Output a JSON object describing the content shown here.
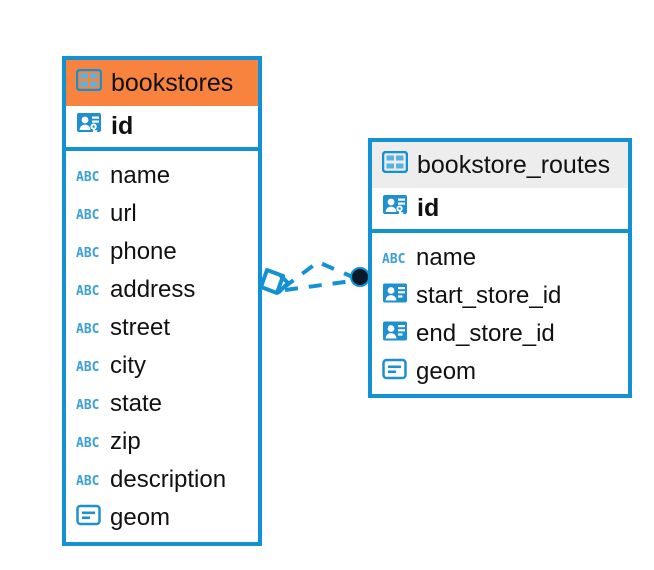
{
  "diagram": {
    "type": "entity-relationship",
    "background": "#ffffff",
    "accent_color": "#1292D4",
    "selected_header_color": "#F8833F",
    "unselected_header_color": "#EDEDED",
    "text_color": "#111111"
  },
  "entities": [
    {
      "name": "bookstores",
      "icon": "table-icon",
      "selected": true,
      "primary_key": {
        "label": "id",
        "icon": "primary-key-icon"
      },
      "fields": [
        {
          "label": "name",
          "icon": "text-type-icon"
        },
        {
          "label": "url",
          "icon": "text-type-icon"
        },
        {
          "label": "phone",
          "icon": "text-type-icon"
        },
        {
          "label": "address",
          "icon": "text-type-icon"
        },
        {
          "label": "street",
          "icon": "text-type-icon"
        },
        {
          "label": "city",
          "icon": "text-type-icon"
        },
        {
          "label": "state",
          "icon": "text-type-icon"
        },
        {
          "label": "zip",
          "icon": "text-type-icon"
        },
        {
          "label": "description",
          "icon": "text-type-icon"
        },
        {
          "label": "geom",
          "icon": "geometry-type-icon"
        }
      ]
    },
    {
      "name": "bookstore_routes",
      "icon": "table-icon",
      "selected": false,
      "primary_key": {
        "label": "id",
        "icon": "primary-key-icon"
      },
      "fields": [
        {
          "label": "name",
          "icon": "text-type-icon"
        },
        {
          "label": "start_store_id",
          "icon": "foreign-key-icon"
        },
        {
          "label": "end_store_id",
          "icon": "foreign-key-icon"
        },
        {
          "label": "geom",
          "icon": "geometry-type-icon"
        }
      ]
    }
  ],
  "relationships": [
    {
      "from": "bookstores",
      "to": "bookstore_routes",
      "source_marker": "hollow-diamond",
      "target_marker": "filled-circle",
      "line_style": "dashed",
      "line_color": "#1292D4",
      "target_marker_color": "#0B1A2B"
    },
    {
      "from": "bookstores",
      "to": "bookstore_routes",
      "source_marker": "hollow-diamond",
      "target_marker": "filled-circle",
      "line_style": "dashed",
      "line_color": "#1292D4",
      "target_marker_color": "#0B1A2B"
    }
  ]
}
